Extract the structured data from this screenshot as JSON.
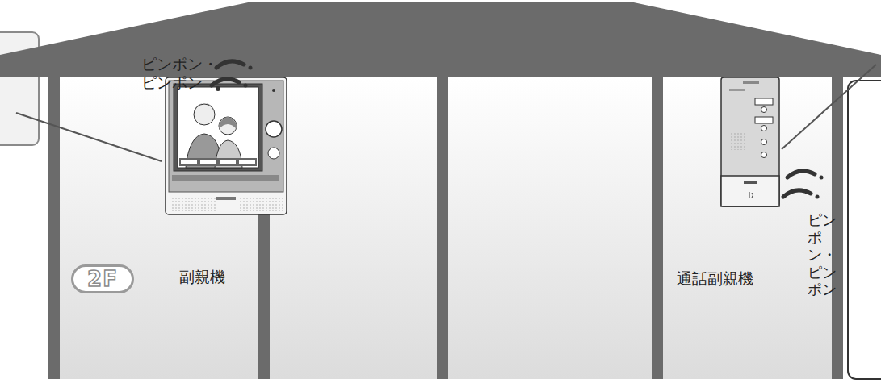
{
  "diagram": {
    "nodes": [
      {
        "text": [
          "2F"
        ]
      }
    ],
    "labels": [
      "ピンポン・ ピンポン",
      "副親機",
      "ピンポン・ ピンポン",
      "通話副親機"
    ]
  }
}
